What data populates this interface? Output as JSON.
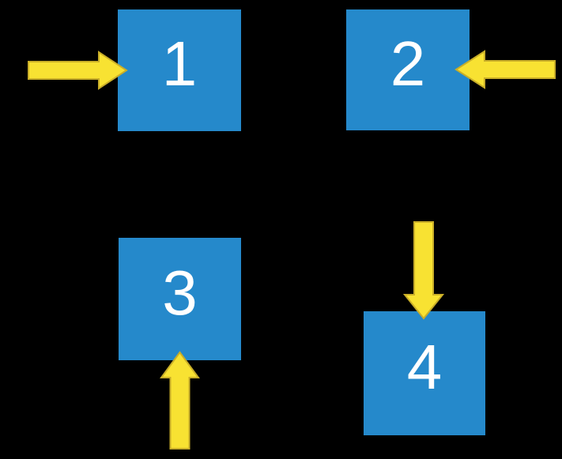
{
  "diagram": {
    "colors": {
      "background": "#000000",
      "square_fill": "#2589CB",
      "arrow_fill": "#F8E232",
      "arrow_outline": "#C9AE28",
      "label_text": "#FFFFFF"
    },
    "squares": [
      {
        "label": "1",
        "position": "top-left",
        "arrow_direction": "right",
        "arrow_enters_from": "left side"
      },
      {
        "label": "2",
        "position": "top-right",
        "arrow_direction": "left",
        "arrow_enters_from": "right side"
      },
      {
        "label": "3",
        "position": "bottom-left",
        "arrow_direction": "up",
        "arrow_enters_from": "bottom side"
      },
      {
        "label": "4",
        "position": "bottom-right",
        "arrow_direction": "down",
        "arrow_enters_from": "top side"
      }
    ]
  }
}
